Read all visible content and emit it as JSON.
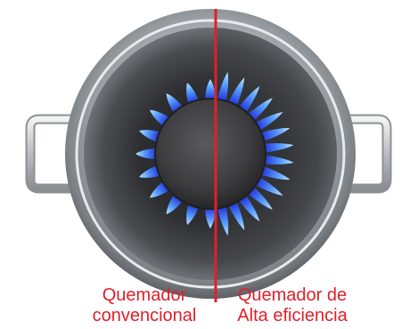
{
  "labels": {
    "conventional": {
      "line1": "Quemador",
      "line2": "convencional"
    },
    "high_efficiency": {
      "line1": "Quemador de",
      "line2": "Alta eficiencia"
    }
  },
  "colors": {
    "accent_red": "#e0202a",
    "pot_outer": "#9a9ea2",
    "pot_dark": "#3a3b3e",
    "flame_blue": "#3a6cff",
    "flame_light": "#9fd2ff"
  },
  "burners": {
    "conventional_flame_count": 20,
    "high_efficiency_flame_count": 30
  }
}
